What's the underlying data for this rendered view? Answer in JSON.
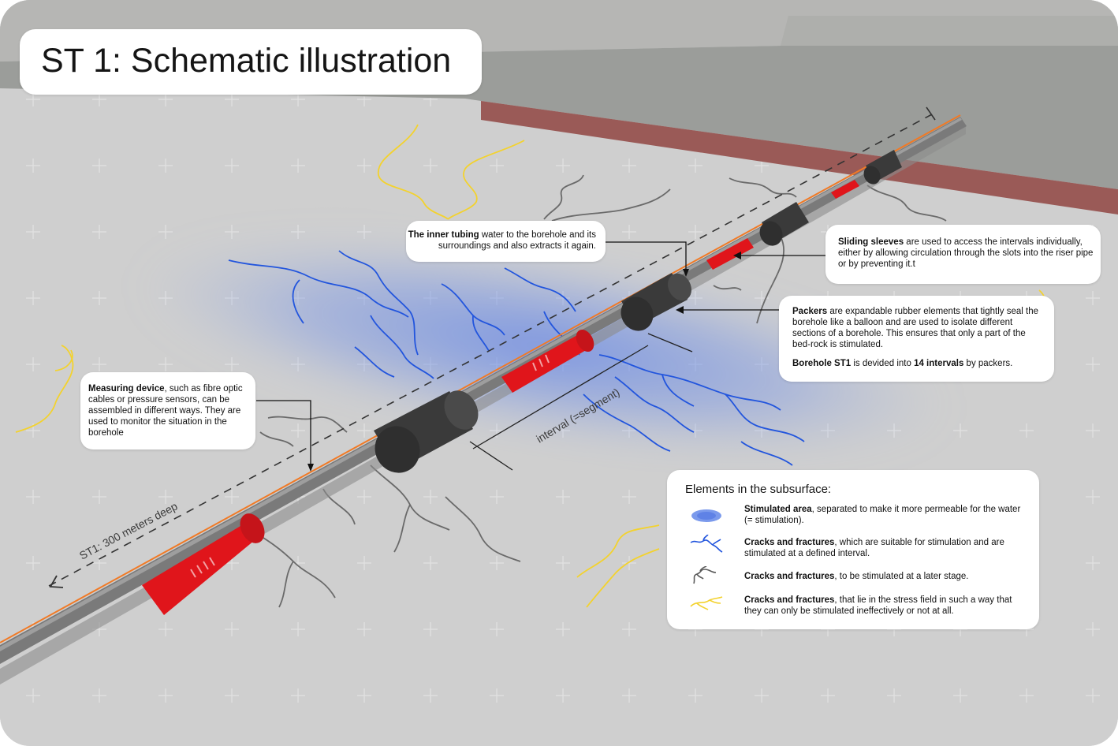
{
  "title": "ST 1: Schematic illustration",
  "labels": {
    "depth": "ST1:  300 meters deep",
    "interval": "interval (=segment)"
  },
  "callouts": {
    "measuring": {
      "bold": "Measuring device",
      "text": ", such as fibre optic cables or pressure sensors, can be assembled in different ways. They are used to monitor the situation in the borehole"
    },
    "tubing": {
      "bold": "The inner tubing",
      "text": " water to the borehole and its surroundings and also extracts it again."
    },
    "sleeves": {
      "bold": "Sliding sleeves",
      "text": " are used to access the intervals individually, either by allowing circulation through the slots into the riser pipe or by preventing it.t"
    },
    "packers": {
      "bold": "Packers",
      "text": " are expandable rubber elements that tightly seal the borehole like a balloon and are used to isolate different sections of a borehole. This ensures that only a part of the bed-rock is stimulated."
    },
    "borehole_note": {
      "bold1": "Borehole ST1",
      "mid": " is devided into ",
      "bold2": "14 intervals",
      "end": " by packers."
    }
  },
  "legend": {
    "title": "Elements in the subsurface:",
    "items": [
      {
        "icon": "stimulated-area-icon",
        "bold": "Stimulated area",
        "text": ", separated to make it more permeable for the water (= stimulation)."
      },
      {
        "icon": "blue-crack-icon",
        "bold": "Cracks and fractures",
        "text": ", which are suitable for stimulation and are stimulated at a defined interval."
      },
      {
        "icon": "grey-crack-icon",
        "bold": "Cracks and fractures",
        "text": ", to be stimulated at a later stage."
      },
      {
        "icon": "yellow-crack-icon",
        "bold": "Cracks and fractures",
        "text": ", that lie in the stress field in such a way that they can only be stimulated ineffectively or not at all."
      }
    ]
  },
  "colors": {
    "ground": "#cfcfcf",
    "surface_dark": "#9a9c99",
    "red_band": "#9a5a57",
    "pipe": "#7d7d7d",
    "packer": "#3a3a3a",
    "sleeve_red": "#e0151b",
    "fibre_orange": "#f07a26",
    "crack_blue": "#2255dd",
    "crack_grey": "#666666",
    "crack_yellow": "#f3d22e",
    "stimulation_blue": "#5f82e6"
  }
}
